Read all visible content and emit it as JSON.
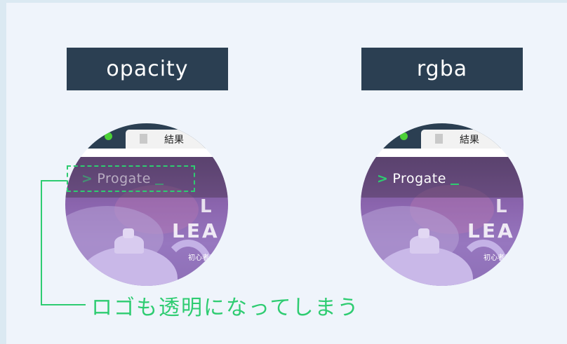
{
  "labels": {
    "left": "opacity",
    "right": "rgba"
  },
  "browser": {
    "tab_title": "結果"
  },
  "logo": {
    "chevron": ">",
    "text": "Progate"
  },
  "hero": {
    "big_line": "LEA",
    "tail_letter": "L",
    "small_line": "初心者にもや"
  },
  "caption": "ロゴも透明になってしまう",
  "colors": {
    "accent": "#2ecc71",
    "navy": "#2b3f52",
    "background": "#eff4fb"
  }
}
